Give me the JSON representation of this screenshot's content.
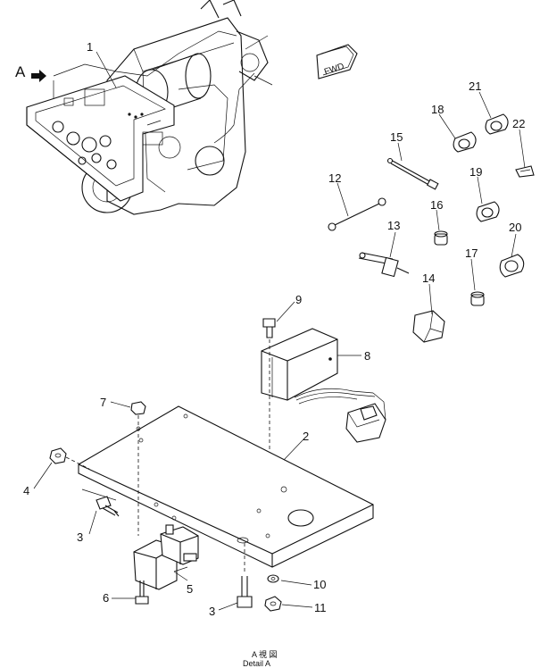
{
  "figure": {
    "direction_badge": "FWD",
    "view_marker": "A",
    "caption": {
      "line1": "A 視 図",
      "line2": "Detail A"
    }
  },
  "callouts": [
    {
      "id": "c1",
      "label": "1"
    },
    {
      "id": "c2",
      "label": "2"
    },
    {
      "id": "c3a",
      "label": "3"
    },
    {
      "id": "c3b",
      "label": "3"
    },
    {
      "id": "c4",
      "label": "4"
    },
    {
      "id": "c5",
      "label": "5"
    },
    {
      "id": "c6",
      "label": "6"
    },
    {
      "id": "c7",
      "label": "7"
    },
    {
      "id": "c8",
      "label": "8"
    },
    {
      "id": "c9",
      "label": "9"
    },
    {
      "id": "c10",
      "label": "10"
    },
    {
      "id": "c11",
      "label": "11"
    },
    {
      "id": "c12",
      "label": "12"
    },
    {
      "id": "c13",
      "label": "13"
    },
    {
      "id": "c14",
      "label": "14"
    },
    {
      "id": "c15",
      "label": "15"
    },
    {
      "id": "c16",
      "label": "16"
    },
    {
      "id": "c17",
      "label": "17"
    },
    {
      "id": "c18",
      "label": "18"
    },
    {
      "id": "c19",
      "label": "19"
    },
    {
      "id": "c20",
      "label": "20"
    },
    {
      "id": "c21",
      "label": "21"
    },
    {
      "id": "c22",
      "label": "22"
    }
  ]
}
